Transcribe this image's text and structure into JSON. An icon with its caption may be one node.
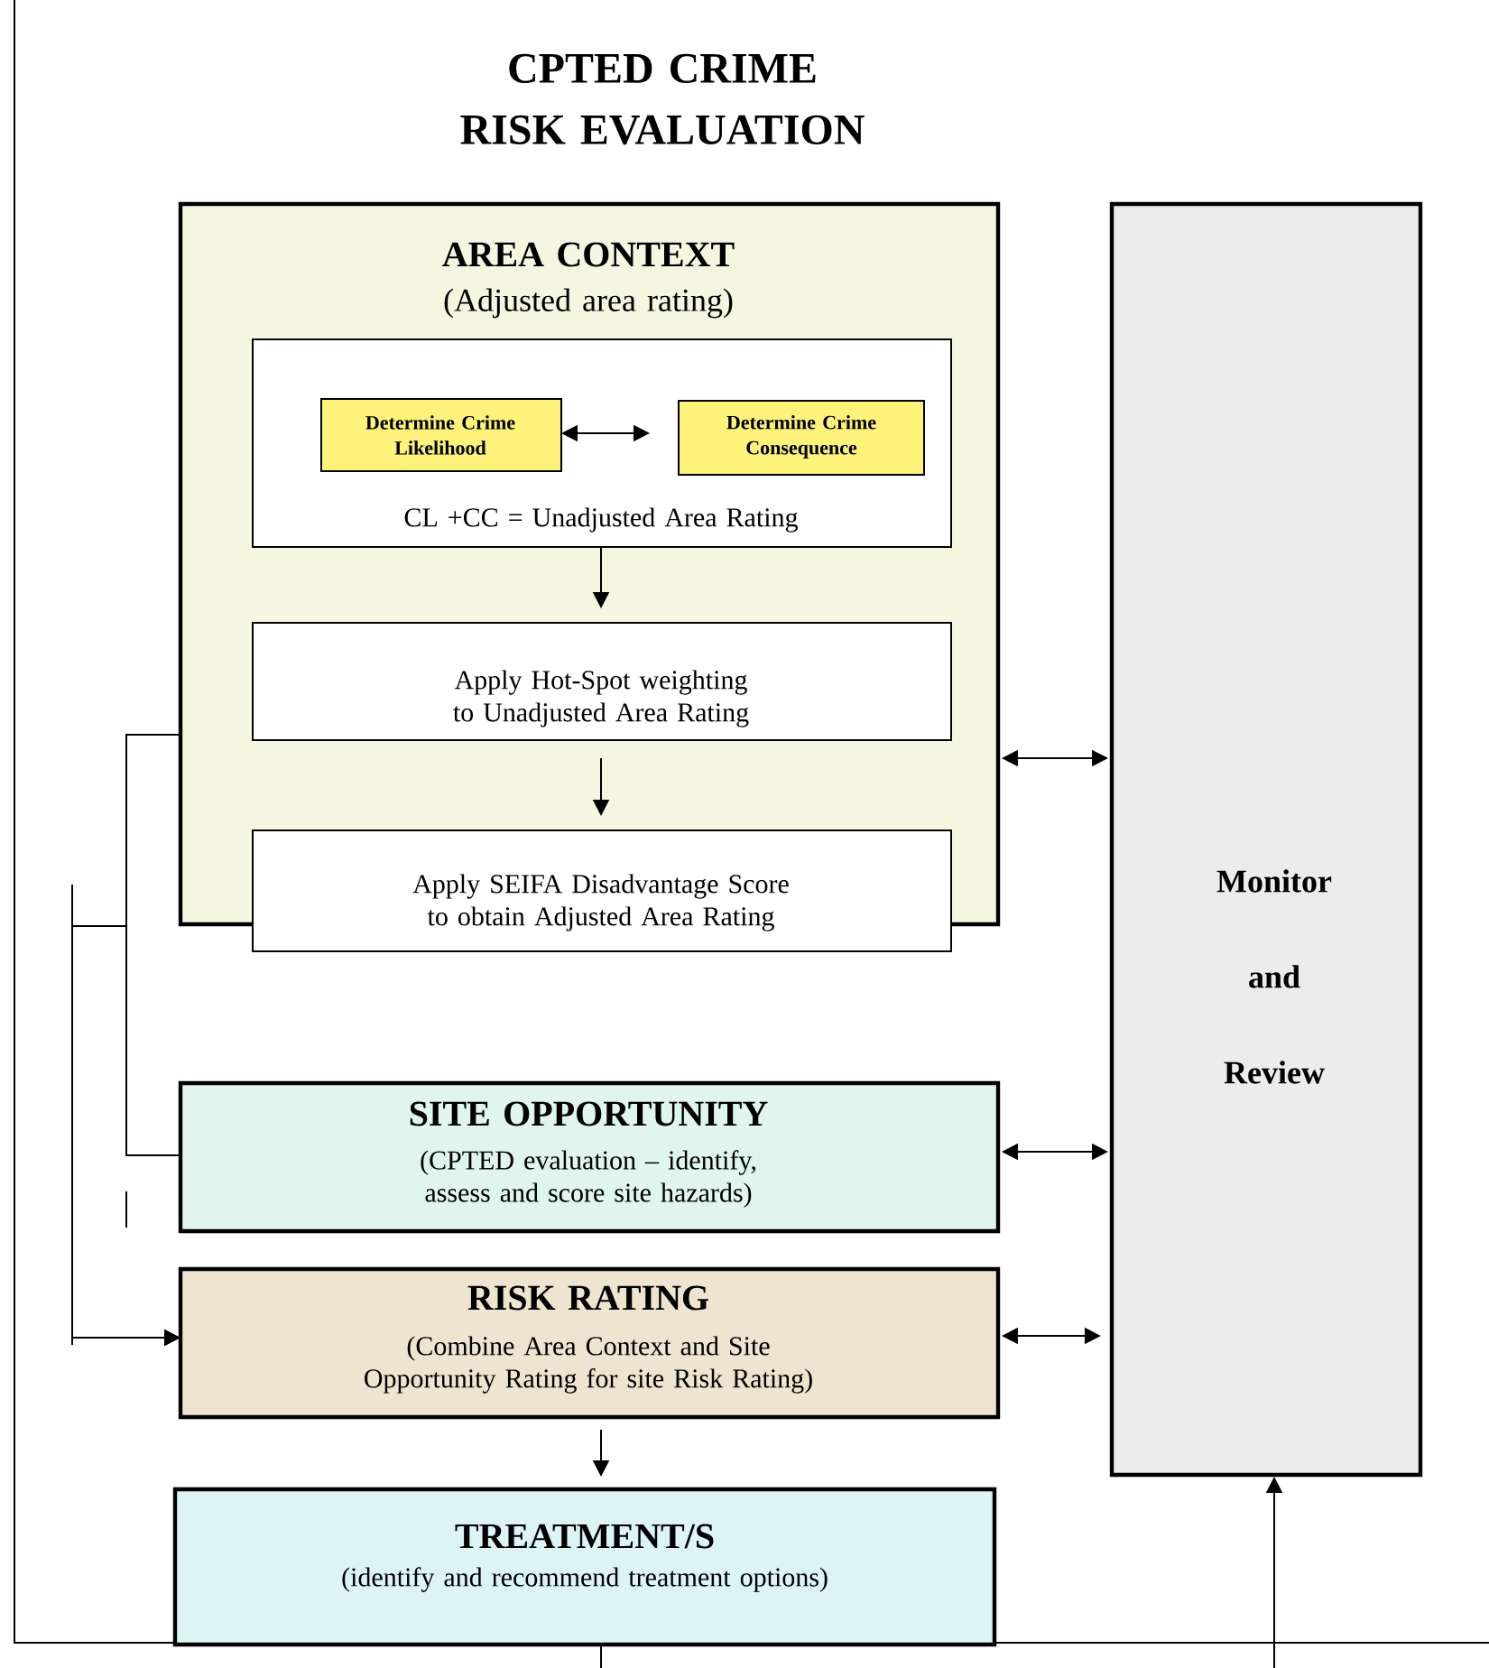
{
  "diagram": {
    "title": "CPTED CRIME RISK EVALUATION",
    "nodes": [
      {
        "text": [
          "AREA CONTEXT",
          "(Adjusted area rating)"
        ]
      },
      {
        "text": [
          "CL +CC = Unadjusted Area Rating"
        ],
        "in": 0
      },
      {
        "text": [
          "Determine Crime Likelihood"
        ],
        "in": 1
      },
      {
        "text": [
          "Determine Crime Consequence"
        ],
        "in": 1
      },
      {
        "text": [
          "Apply Hot-Spot weighting to Unadjusted Area Rating"
        ],
        "in": 0
      },
      {
        "text": [
          "Apply SEIFA Disadvantage Score to obtain Adjusted Area Rating"
        ]
      },
      {
        "text": [
          "Monitor and Review"
        ]
      },
      {
        "text": [
          "SITE OPPORTUNITY",
          "(CPTED evaluation – identify, assess and score site hazards)"
        ]
      },
      {
        "text": [
          "RISK RATING",
          "(Combine Area Context and Site Opportunity Rating for site Risk Rating)"
        ]
      },
      {
        "text": [
          "TREATMENT/S",
          "(identify and recommend treatment options)"
        ]
      }
    ],
    "edges": [
      {
        "from": 2,
        "to": 3,
        "arrow": "both"
      },
      {
        "from": 1,
        "to": 4,
        "arrow": "to"
      },
      {
        "from": 4,
        "to": 5,
        "arrow": "to"
      },
      {
        "from": 0,
        "to": 6,
        "arrow": "both"
      },
      {
        "from": 7,
        "to": 6,
        "arrow": "both"
      },
      {
        "from": 8,
        "to": 6,
        "arrow": "both"
      },
      {
        "from": 0,
        "to": 8,
        "arrow": "to"
      },
      {
        "from": 7,
        "to": 8,
        "arrow": "to"
      },
      {
        "from": 8,
        "to": 9,
        "arrow": "to"
      },
      {
        "from": 9,
        "to": null,
        "arrow": "none"
      },
      {
        "from": null,
        "to": 6,
        "arrow": "to"
      }
    ]
  }
}
